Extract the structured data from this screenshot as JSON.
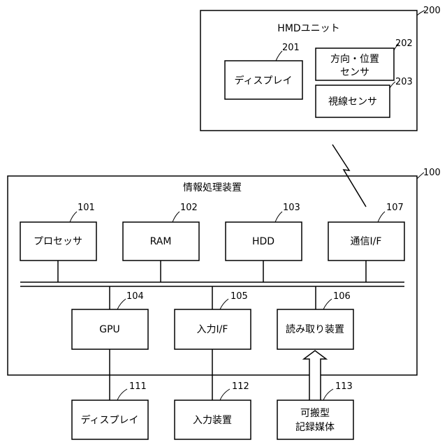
{
  "hmd_unit": {
    "ref": "200",
    "title": "HMDユニット",
    "display": {
      "ref": "201",
      "label": "ディスプレイ"
    },
    "direction_sensor": {
      "ref": "202",
      "line1": "方向・位置",
      "line2": "センサ"
    },
    "gaze_sensor": {
      "ref": "203",
      "label": "視線センサ"
    }
  },
  "info_device": {
    "ref": "100",
    "title": "情報処理装置",
    "processor": {
      "ref": "101",
      "label": "プロセッサ"
    },
    "ram": {
      "ref": "102",
      "label": "RAM"
    },
    "hdd": {
      "ref": "103",
      "label": "HDD"
    },
    "comm_if": {
      "ref": "107",
      "label": "通信I/F"
    },
    "gpu": {
      "ref": "104",
      "label": "GPU"
    },
    "input_if": {
      "ref": "105",
      "label": "入力I/F"
    },
    "reader": {
      "ref": "106",
      "label": "読み取り装置"
    }
  },
  "external": {
    "display": {
      "ref": "111",
      "label": "ディスプレイ"
    },
    "input_device": {
      "ref": "112",
      "label": "入力装置"
    },
    "portable_media": {
      "ref": "113",
      "line1": "可搬型",
      "line2": "記録媒体"
    }
  }
}
